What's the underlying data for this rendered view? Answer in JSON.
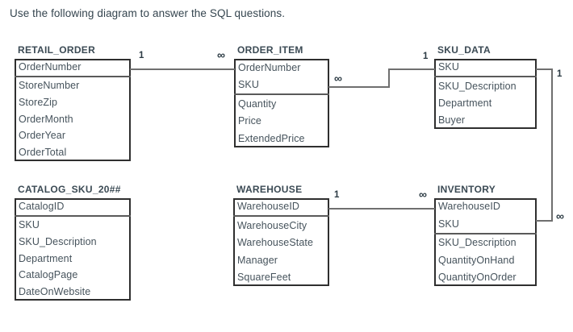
{
  "prompt": "Use the following diagram to answer the SQL questions.",
  "diagram": {
    "type": "entity-relationship-diagram",
    "entities": [
      {
        "id": "retail-order",
        "name": "RETAIL_ORDER",
        "attributes": [
          "OrderNumber",
          "StoreNumber",
          "StoreZip",
          "OrderMonth",
          "OrderYear",
          "OrderTotal"
        ],
        "key_count": 1
      },
      {
        "id": "order-item",
        "name": "ORDER_ITEM",
        "attributes": [
          "OrderNumber",
          "SKU",
          "Quantity",
          "Price",
          "ExtendedPrice"
        ],
        "key_count": 2
      },
      {
        "id": "sku-data",
        "name": "SKU_DATA",
        "attributes": [
          "SKU",
          "SKU_Description",
          "Department",
          "Buyer"
        ],
        "key_count": 1
      },
      {
        "id": "catalog-sku",
        "name": "CATALOG_SKU_20##",
        "attributes": [
          "CatalogID",
          "SKU",
          "SKU_Description",
          "Department",
          "CatalogPage",
          "DateOnWebsite"
        ],
        "key_count": 1
      },
      {
        "id": "warehouse",
        "name": "WAREHOUSE",
        "attributes": [
          "WarehouseID",
          "WarehouseCity",
          "WarehouseState",
          "Manager",
          "SquareFeet"
        ],
        "key_count": 1
      },
      {
        "id": "inventory",
        "name": "INVENTORY",
        "attributes": [
          "WarehouseID",
          "SKU",
          "SKU_Description",
          "QuantityOnHand",
          "QuantityOnOrder"
        ],
        "key_count": 2
      }
    ],
    "relationships": [
      {
        "id": "retail-order-to-order-item",
        "from": "RETAIL_ORDER",
        "to": "ORDER_ITEM",
        "from_cardinality": "1",
        "to_cardinality": "∞"
      },
      {
        "id": "order-item-to-sku-data",
        "from": "ORDER_ITEM",
        "to": "SKU_DATA",
        "from_cardinality": "∞",
        "to_cardinality": "1"
      },
      {
        "id": "sku-data-to-inventory",
        "from": "SKU_DATA",
        "to": "INVENTORY",
        "from_cardinality": "1",
        "to_cardinality": "∞"
      },
      {
        "id": "warehouse-to-inventory",
        "from": "WAREHOUSE",
        "to": "INVENTORY",
        "from_cardinality": "1",
        "to_cardinality": "∞"
      }
    ]
  }
}
